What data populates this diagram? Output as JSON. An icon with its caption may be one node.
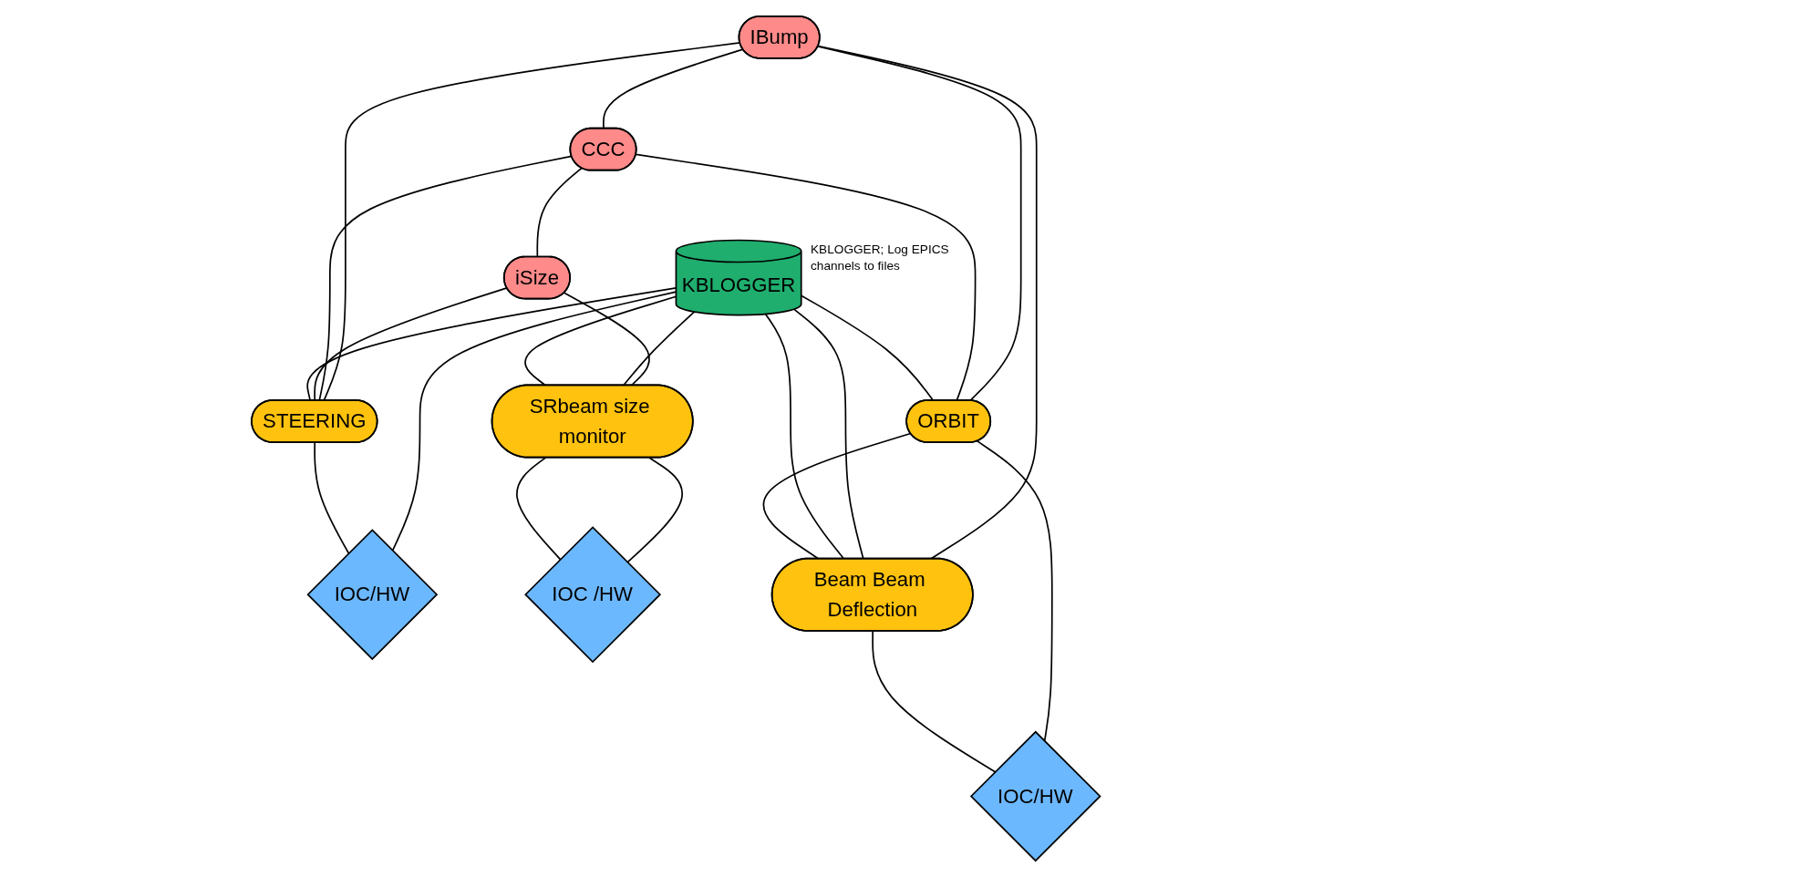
{
  "diagram": {
    "nodes": [
      {
        "text": [
          "IBump"
        ]
      },
      {
        "text": [
          "CCC"
        ]
      },
      {
        "text": [
          "iSize"
        ]
      },
      {
        "text": [
          "KBLOGGER"
        ],
        "beside": [
          "KBLOGGER; Log EPICS channels to files"
        ]
      },
      {
        "text": [
          "ORBIT"
        ]
      },
      {
        "text": [
          "Beam Beam Deflection"
        ]
      },
      {
        "text": [
          "STEERING"
        ]
      },
      {
        "text": [
          "SRbeam size monitor"
        ]
      },
      {
        "text": [
          "IOC/HW"
        ]
      },
      {
        "text": [
          "IOC/HW"
        ]
      },
      {
        "text": [
          "IOC /HW"
        ]
      }
    ],
    "edges": [
      {
        "from": 0,
        "to": 1,
        "arrow": "none"
      },
      {
        "from": 1,
        "to": 2,
        "arrow": "none"
      },
      {
        "from": 0,
        "to": 4,
        "arrow": "none"
      },
      {
        "from": 0,
        "to": 5,
        "arrow": "none"
      },
      {
        "from": 0,
        "to": 6,
        "arrow": "none"
      },
      {
        "from": 1,
        "to": 4,
        "arrow": "none"
      },
      {
        "from": 1,
        "to": 6,
        "arrow": "none"
      },
      {
        "from": 2,
        "to": 6,
        "arrow": "none"
      },
      {
        "from": 2,
        "to": 7,
        "arrow": "none"
      },
      {
        "from": 3,
        "to": 4,
        "arrow": "none"
      },
      {
        "from": 3,
        "to": 5,
        "arrow": "none"
      },
      {
        "from": 3,
        "to": 5,
        "arrow": "none"
      },
      {
        "from": 3,
        "to": 6,
        "arrow": "none"
      },
      {
        "from": 3,
        "to": 9,
        "arrow": "none"
      },
      {
        "from": 3,
        "to": 7,
        "arrow": "none"
      },
      {
        "from": 3,
        "to": 7,
        "arrow": "none"
      },
      {
        "from": 4,
        "to": 5,
        "arrow": "none"
      },
      {
        "from": 4,
        "to": 8,
        "arrow": "none"
      },
      {
        "from": 5,
        "to": 8,
        "arrow": "none"
      },
      {
        "from": 6,
        "to": 9,
        "arrow": "none"
      },
      {
        "from": 7,
        "to": 10,
        "arrow": "none"
      },
      {
        "from": 7,
        "to": 10,
        "arrow": "none"
      }
    ]
  }
}
